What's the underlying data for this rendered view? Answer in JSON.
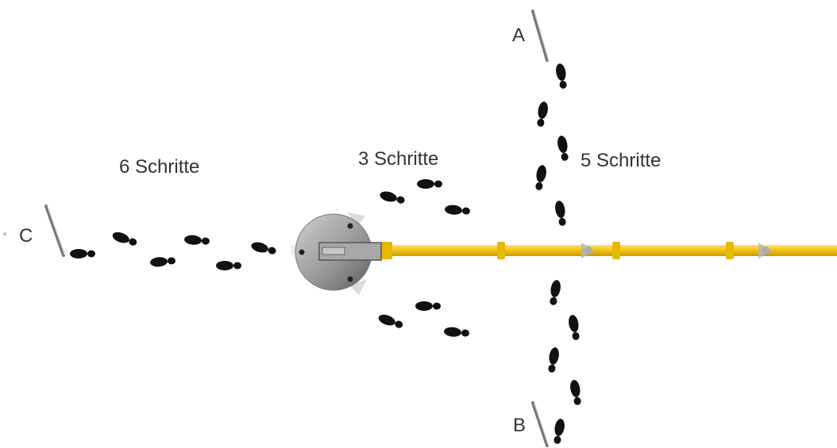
{
  "labels": {
    "left_steps": "6 Schritte",
    "middle_steps": "3 Schritte",
    "right_steps": "5 Schritte"
  },
  "points": {
    "a": "A",
    "b": "B",
    "c": "C"
  },
  "colors": {
    "pipe": "#f2c010",
    "pipe_edge": "#c89a00",
    "footprint": "#111111",
    "hub": "#9a9a9a",
    "stake": "#888888"
  },
  "icons": {
    "footprint": "footprint-icon",
    "stake": "survey-stake-icon",
    "hub": "turntable-icon",
    "arrow": "flow-arrow-icon"
  }
}
